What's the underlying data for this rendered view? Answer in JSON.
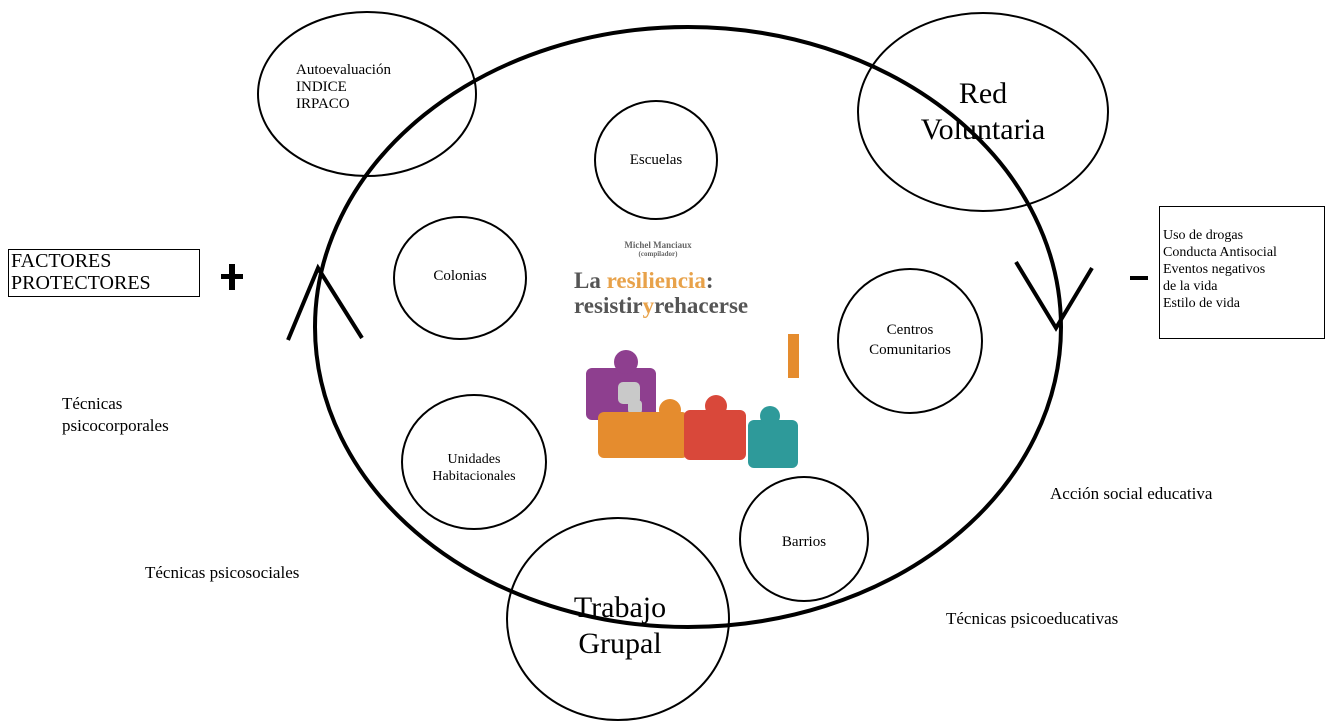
{
  "factors": {
    "protective_label_lines": [
      "FACTORES",
      "PROTECTORES"
    ],
    "protective_sign": "+",
    "risk_sign": "–",
    "risk_items": [
      "Uso de drogas",
      "Conducta Antisocial",
      "Eventos negativos",
      "de la vida",
      "Estilo de vida"
    ]
  },
  "outer_circles": {
    "autoevaluacion": [
      "Autoevaluación",
      "INDICE",
      "IRPACO"
    ],
    "red_voluntaria": [
      "Red",
      "Voluntaria"
    ],
    "trabajo_grupal": [
      "Trabajo",
      "Grupal"
    ]
  },
  "inner_circles": {
    "escuelas": [
      "Escuelas"
    ],
    "colonias": [
      "Colonias"
    ],
    "centros": [
      "Centros",
      "Comunitarios"
    ],
    "unidades": [
      "Unidades",
      "Habitacionales"
    ],
    "barrios": [
      "Barrios"
    ]
  },
  "techniques": {
    "psicocorporales": [
      "Técnicas",
      "psicocorporales"
    ],
    "psicosociales": "Técnicas psicosociales",
    "accion_social": "Acción social educativa",
    "psicoeducativas": "Técnicas psicoeducativas"
  },
  "book": {
    "author": "Michel Manciaux",
    "role": "(compilador)",
    "title_la": "La ",
    "title_resiliencia": "resiliencia",
    "title_colon": ":",
    "title_resistir": "resistir",
    "title_y": "y",
    "title_rehacerse": "rehacerse",
    "colors": {
      "accent": "#e8a24a",
      "title": "#555555"
    }
  },
  "puzzle_colors": {
    "purple": "#8e3f8f",
    "orange": "#e58c2e",
    "red": "#d9483a",
    "teal": "#2e9a9a",
    "gray": "#c9c9c9"
  }
}
